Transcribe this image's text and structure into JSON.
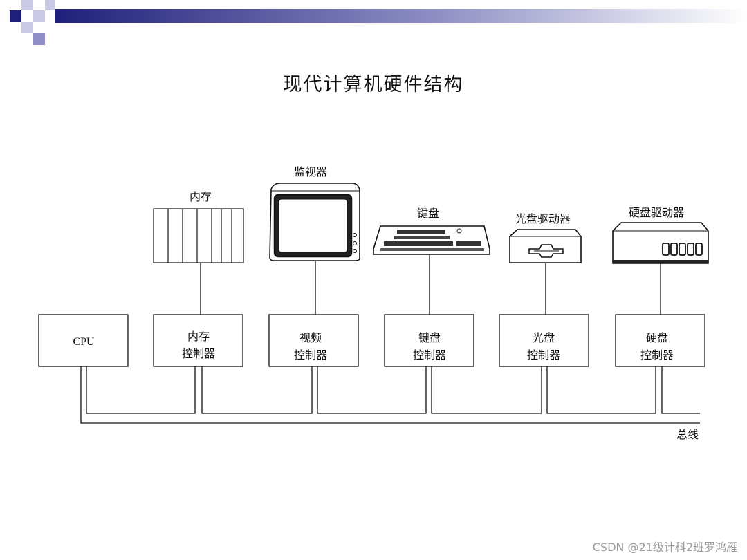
{
  "title": "现代计算机硬件结构",
  "devices": {
    "memory": "内存",
    "monitor": "监视器",
    "keyboard": "键盘",
    "optical_drive": "光盘驱动器",
    "hard_drive": "硬盘驱动器"
  },
  "controllers": {
    "cpu": [
      "CPU"
    ],
    "memory": [
      "内存",
      "控制器"
    ],
    "video": [
      "视频",
      "控制器"
    ],
    "keyboard": [
      "键盘",
      "控制器"
    ],
    "optical": [
      "光盘",
      "控制器"
    ],
    "hard_disk": [
      "硬盘",
      "控制器"
    ]
  },
  "bus_label": "总线",
  "watermark": "CSDN @21级计科2班罗鸿雁",
  "colors": {
    "accent": "#1f1f7a",
    "line": "#111111"
  }
}
